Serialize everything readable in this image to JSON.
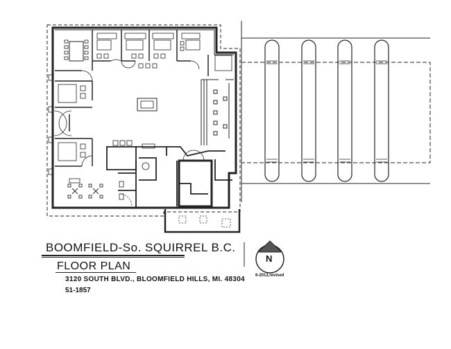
{
  "title": "BOOMFIELD-So. SQUIRREL   B.C.",
  "subtitle": "FLOOR PLAN",
  "address": "3120 SOUTH BLVD., BLOOMFIELD HILLS, MI. 48304",
  "number": "51-1857",
  "revision": "6-2012,revised",
  "north_label": "N"
}
